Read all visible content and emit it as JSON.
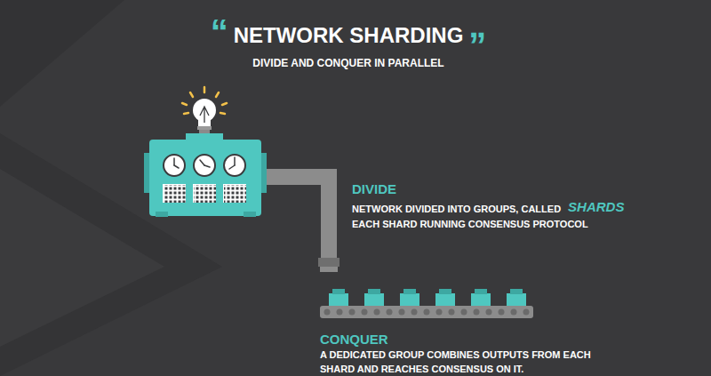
{
  "diagram": {
    "title": "NETWORK SHARDING",
    "labels": [
      "“",
      "„",
      "DIVIDE AND CONQUER IN PARALLEL",
      "DIVIDE",
      "NETWORK DIVIDED INTO GROUPS, CALLED",
      "SHARDS",
      "EACH SHARD RUNNING CONSENSUS PROTOCOL",
      "CONQUER",
      "A DEDICATED GROUP COMBINES OUTPUTS FROM EACH SHARD AND REACHES CONSENSUS ON IT."
    ]
  }
}
